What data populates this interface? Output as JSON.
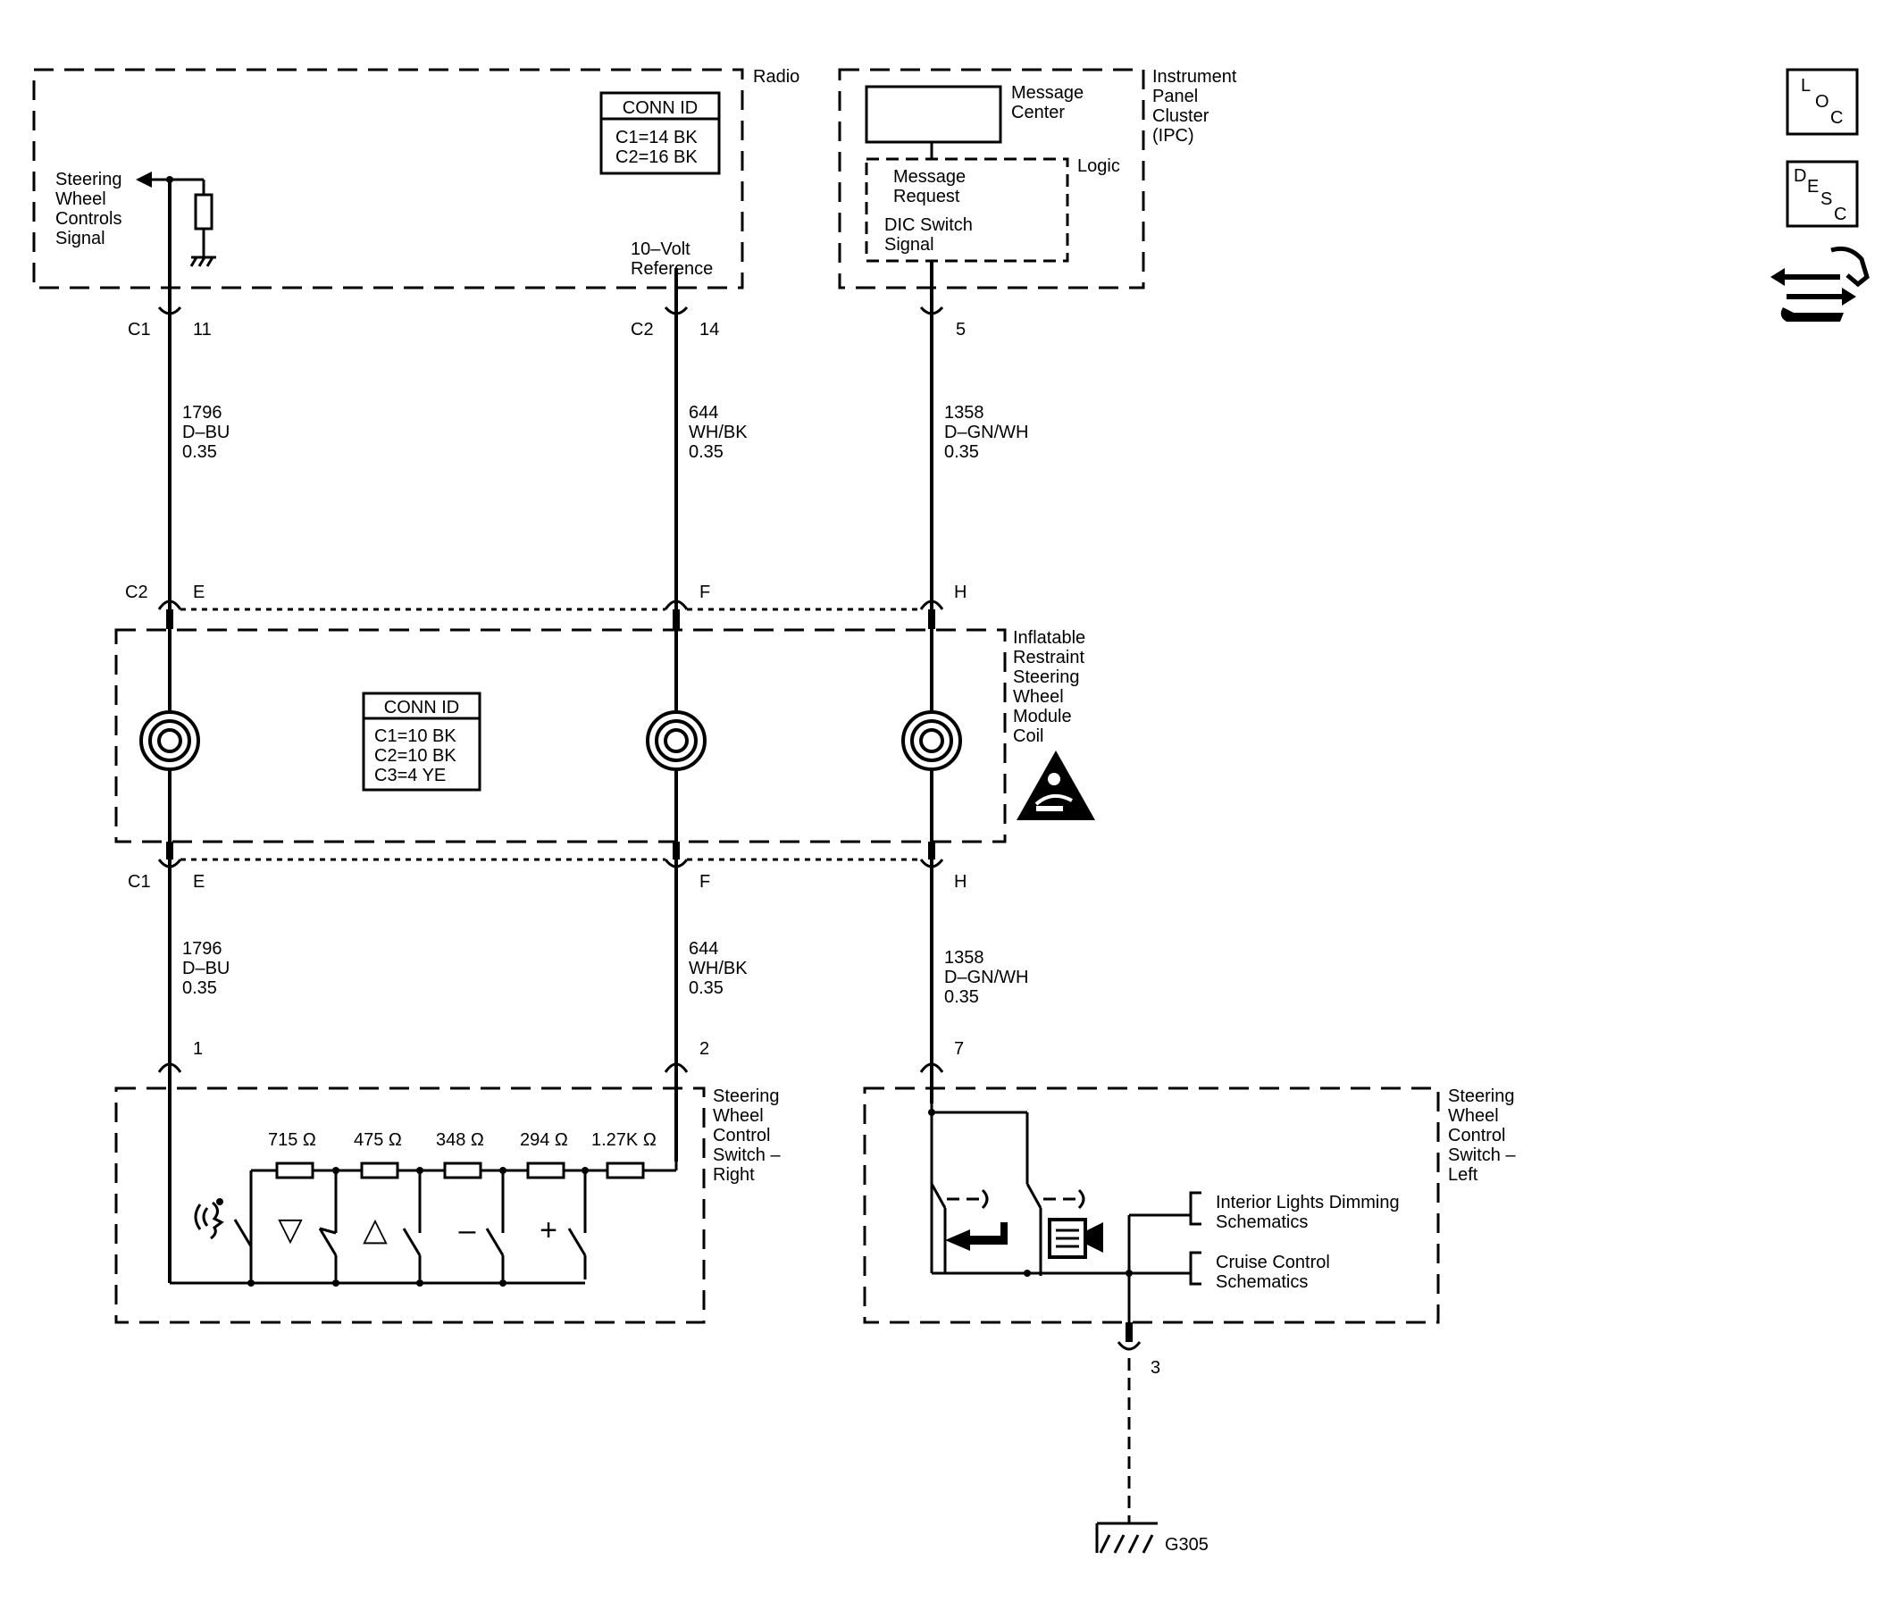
{
  "modules": {
    "radio": {
      "name": "Radio",
      "conn_id": {
        "title": "CONN ID",
        "lines": [
          "C1=14 BK",
          "C2=16 BK"
        ]
      },
      "swc_signal": [
        "Steering",
        "Wheel",
        "Controls",
        "Signal"
      ],
      "ref_label": [
        "10–Volt",
        "Reference"
      ]
    },
    "ipc": {
      "name": [
        "Instrument",
        "Panel",
        "Cluster",
        "(IPC)"
      ],
      "message_center": [
        "Message",
        "Center"
      ],
      "logic": "Logic",
      "message_request": [
        "Message",
        "Request"
      ],
      "dic_switch": [
        "DIC Switch",
        "Signal"
      ]
    },
    "coil": {
      "name": [
        "Inflatable",
        "Restraint",
        "Steering",
        "Wheel",
        "Module",
        "Coil"
      ],
      "conn_id": {
        "title": "CONN ID",
        "lines": [
          "C1=10 BK",
          "C2=10 BK",
          "C3=4 YE"
        ]
      }
    },
    "switch_right": {
      "name": [
        "Steering",
        "Wheel",
        "Control",
        "Switch –",
        "Right"
      ],
      "resistors": [
        "715 Ω",
        "475 Ω",
        "348 Ω",
        "294 Ω",
        "1.27K Ω"
      ],
      "buttons": [
        "▽",
        "△",
        "–",
        "+"
      ]
    },
    "switch_left": {
      "name": [
        "Steering",
        "Wheel",
        "Control",
        "Switch –",
        "Left"
      ],
      "ref1": [
        "Interior Lights Dimming",
        "Schematics"
      ],
      "ref2": [
        "Cruise Control",
        "Schematics"
      ]
    }
  },
  "connectors": {
    "radio_c1": "C1",
    "radio_c1_pin": "11",
    "radio_c2": "C2",
    "radio_c2_pin": "14",
    "ipc_pin": "5",
    "coil_top_conn": "C2",
    "coil_top_pins": [
      "E",
      "F",
      "H"
    ],
    "coil_bot_conn": "C1",
    "coil_bot_pins": [
      "E",
      "F",
      "H"
    ],
    "swr_pin1": "1",
    "swr_pin2": "2",
    "swl_pin7": "7",
    "swl_pin3": "3"
  },
  "wires": {
    "w1796": [
      "1796",
      "D–BU",
      "0.35"
    ],
    "w644": [
      "644",
      "WH/BK",
      "0.35"
    ],
    "w1358": [
      "1358",
      "D–GN/WH",
      "0.35"
    ]
  },
  "ground": "G305",
  "side_icons": {
    "loc": [
      "L",
      "O",
      "C"
    ],
    "desc": [
      "D",
      "E",
      "S",
      "C"
    ]
  }
}
